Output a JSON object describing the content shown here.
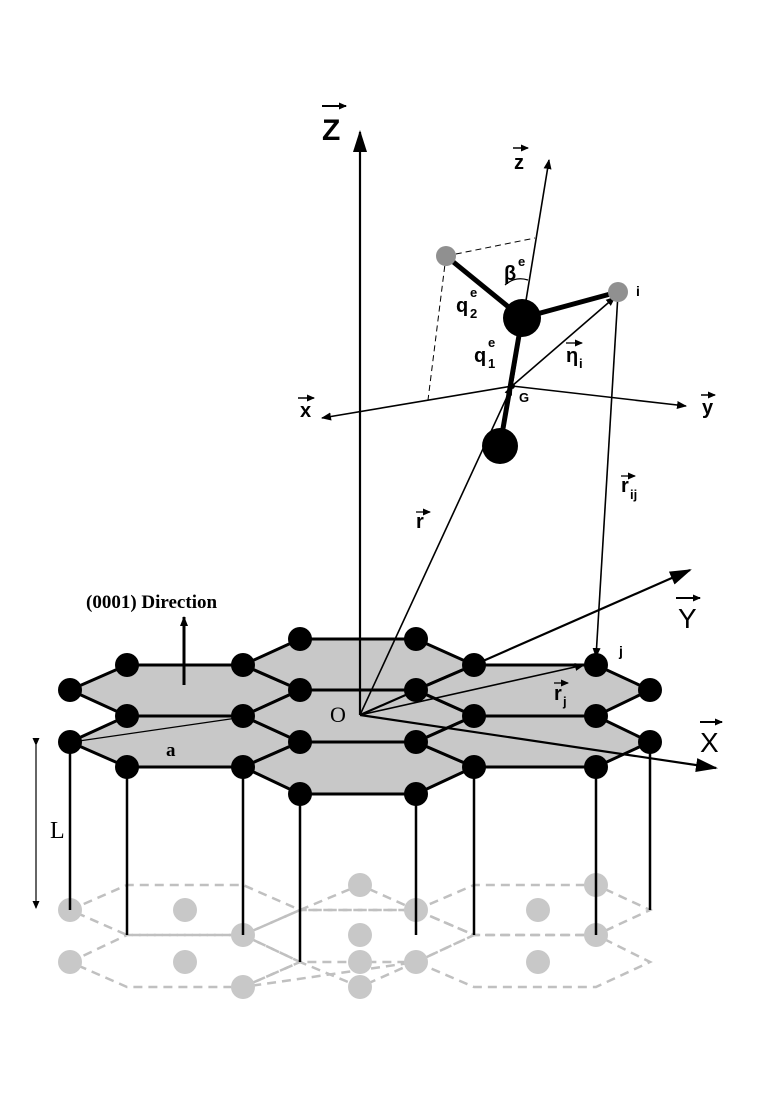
{
  "labels": {
    "Z_axis": "Z",
    "X_axis": "X",
    "Y_axis": "Y",
    "origin": "O",
    "mol_z": "z",
    "mol_x": "x",
    "mol_y": "y",
    "beta": "β",
    "beta_sup": "e",
    "q2": "q",
    "q2_sub": "2",
    "q2_sup": "e",
    "q1": "q",
    "q1_sub": "1",
    "q1_sup": "e",
    "eta": "η",
    "eta_sub": "i",
    "G": "G",
    "i": "i",
    "j": "j",
    "r": "r",
    "rij": "r",
    "rij_sub": "ij",
    "rj": "r",
    "rj_sub": "j",
    "direction": "(0001) Direction",
    "a": "a",
    "L": "L"
  },
  "colors": {
    "top_layer_fill": "#c8c8c8",
    "top_atom": "#000000",
    "bottom_atom": "#c8c8c8",
    "bottom_bond": "#c0c0c0",
    "molecule_atom": "#000000",
    "adsorbate_atom": "#909090"
  }
}
